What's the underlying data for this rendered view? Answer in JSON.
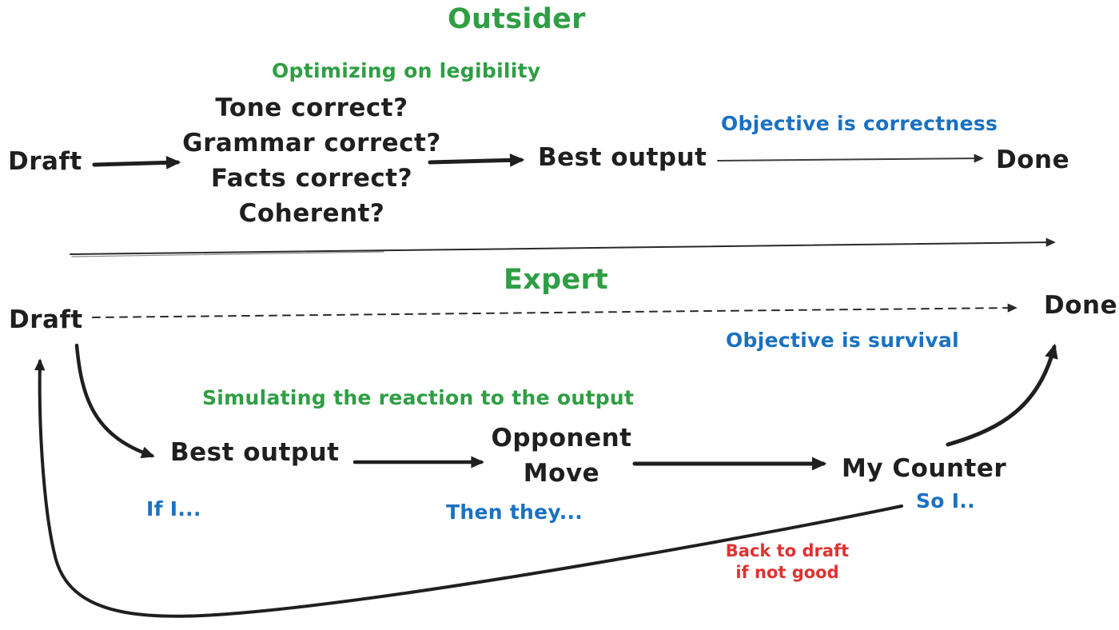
{
  "palette": {
    "green": "#2f9e44",
    "blue": "#1971c2",
    "red": "#e03131",
    "ink": "#1f1f1f",
    "background": "#ffffff"
  },
  "outsider": {
    "title": "Outsider",
    "annotation_legibility": "Optimizing on legibility",
    "draft": "Draft",
    "checklist": [
      "Tone correct?",
      "Grammar correct?",
      "Facts correct?",
      "Coherent?"
    ],
    "best_output": "Best output",
    "annotation_objective": "Objective is correctness",
    "done": "Done"
  },
  "expert": {
    "title": "Expert",
    "draft": "Draft",
    "done": "Done",
    "annotation_objective": "Objective is survival",
    "annotation_simulating": "Simulating the reaction to the output",
    "best_output": "Best output",
    "opponent_move_line1": "Opponent",
    "opponent_move_line2": "Move",
    "my_counter": "My Counter",
    "caption_if": "If I...",
    "caption_then": "Then they...",
    "caption_so": "So I..",
    "back_to_draft_line1": "Back to draft",
    "back_to_draft_line2": "if not good"
  }
}
